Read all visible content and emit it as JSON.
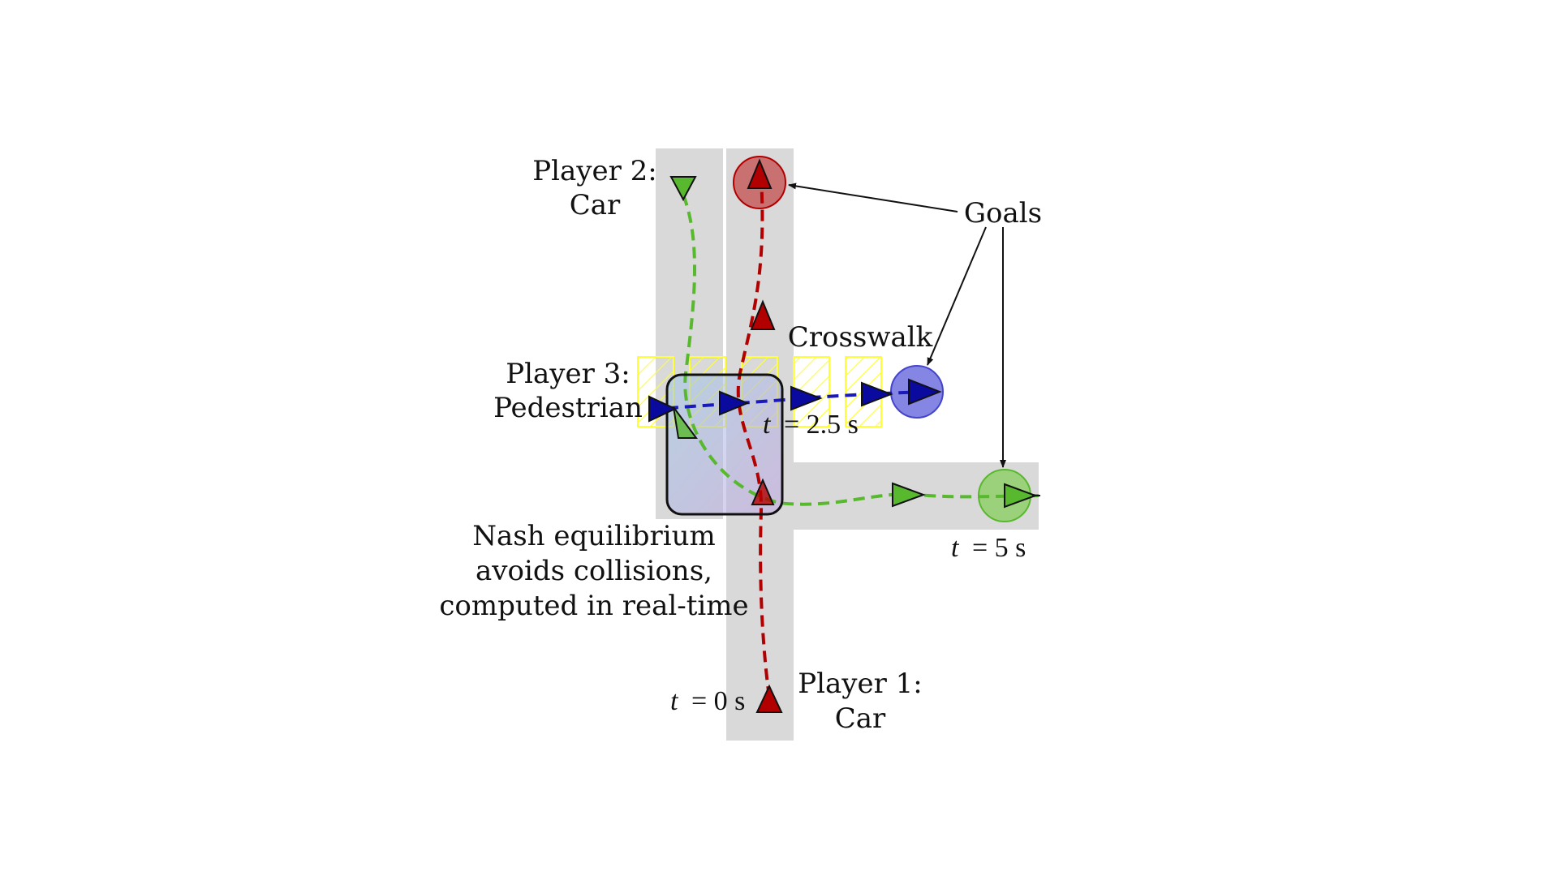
{
  "labels": {
    "player2_line1": "Player 2:",
    "player2_line2": "Car",
    "player3_line1": "Player 3:",
    "player3_line2": "Pedestrian",
    "player1_line1": "Player 1:",
    "player1_line2": "Car",
    "goals": "Goals",
    "crosswalk": "Crosswalk",
    "nash_line1": "Nash equilibrium",
    "nash_line2": "avoids collisions,",
    "nash_line3": "computed in real-time"
  },
  "time_labels": {
    "t0": {
      "var": "t",
      "eq": "= 0 s"
    },
    "t25": {
      "var": "t",
      "eq": "= 2.5 s"
    },
    "t5": {
      "var": "t",
      "eq": "= 5 s"
    }
  },
  "colors": {
    "road": "#d9d9d9",
    "crosswalk": "#ffff33",
    "player1": "#b20000",
    "player1_goal": "#c24545",
    "player2": "#58b82e",
    "player2_goal": "#8fcf6a",
    "player3": "#0a0a9e",
    "player3_goal": "#6666dd",
    "highlight": "#a9b8e6"
  }
}
